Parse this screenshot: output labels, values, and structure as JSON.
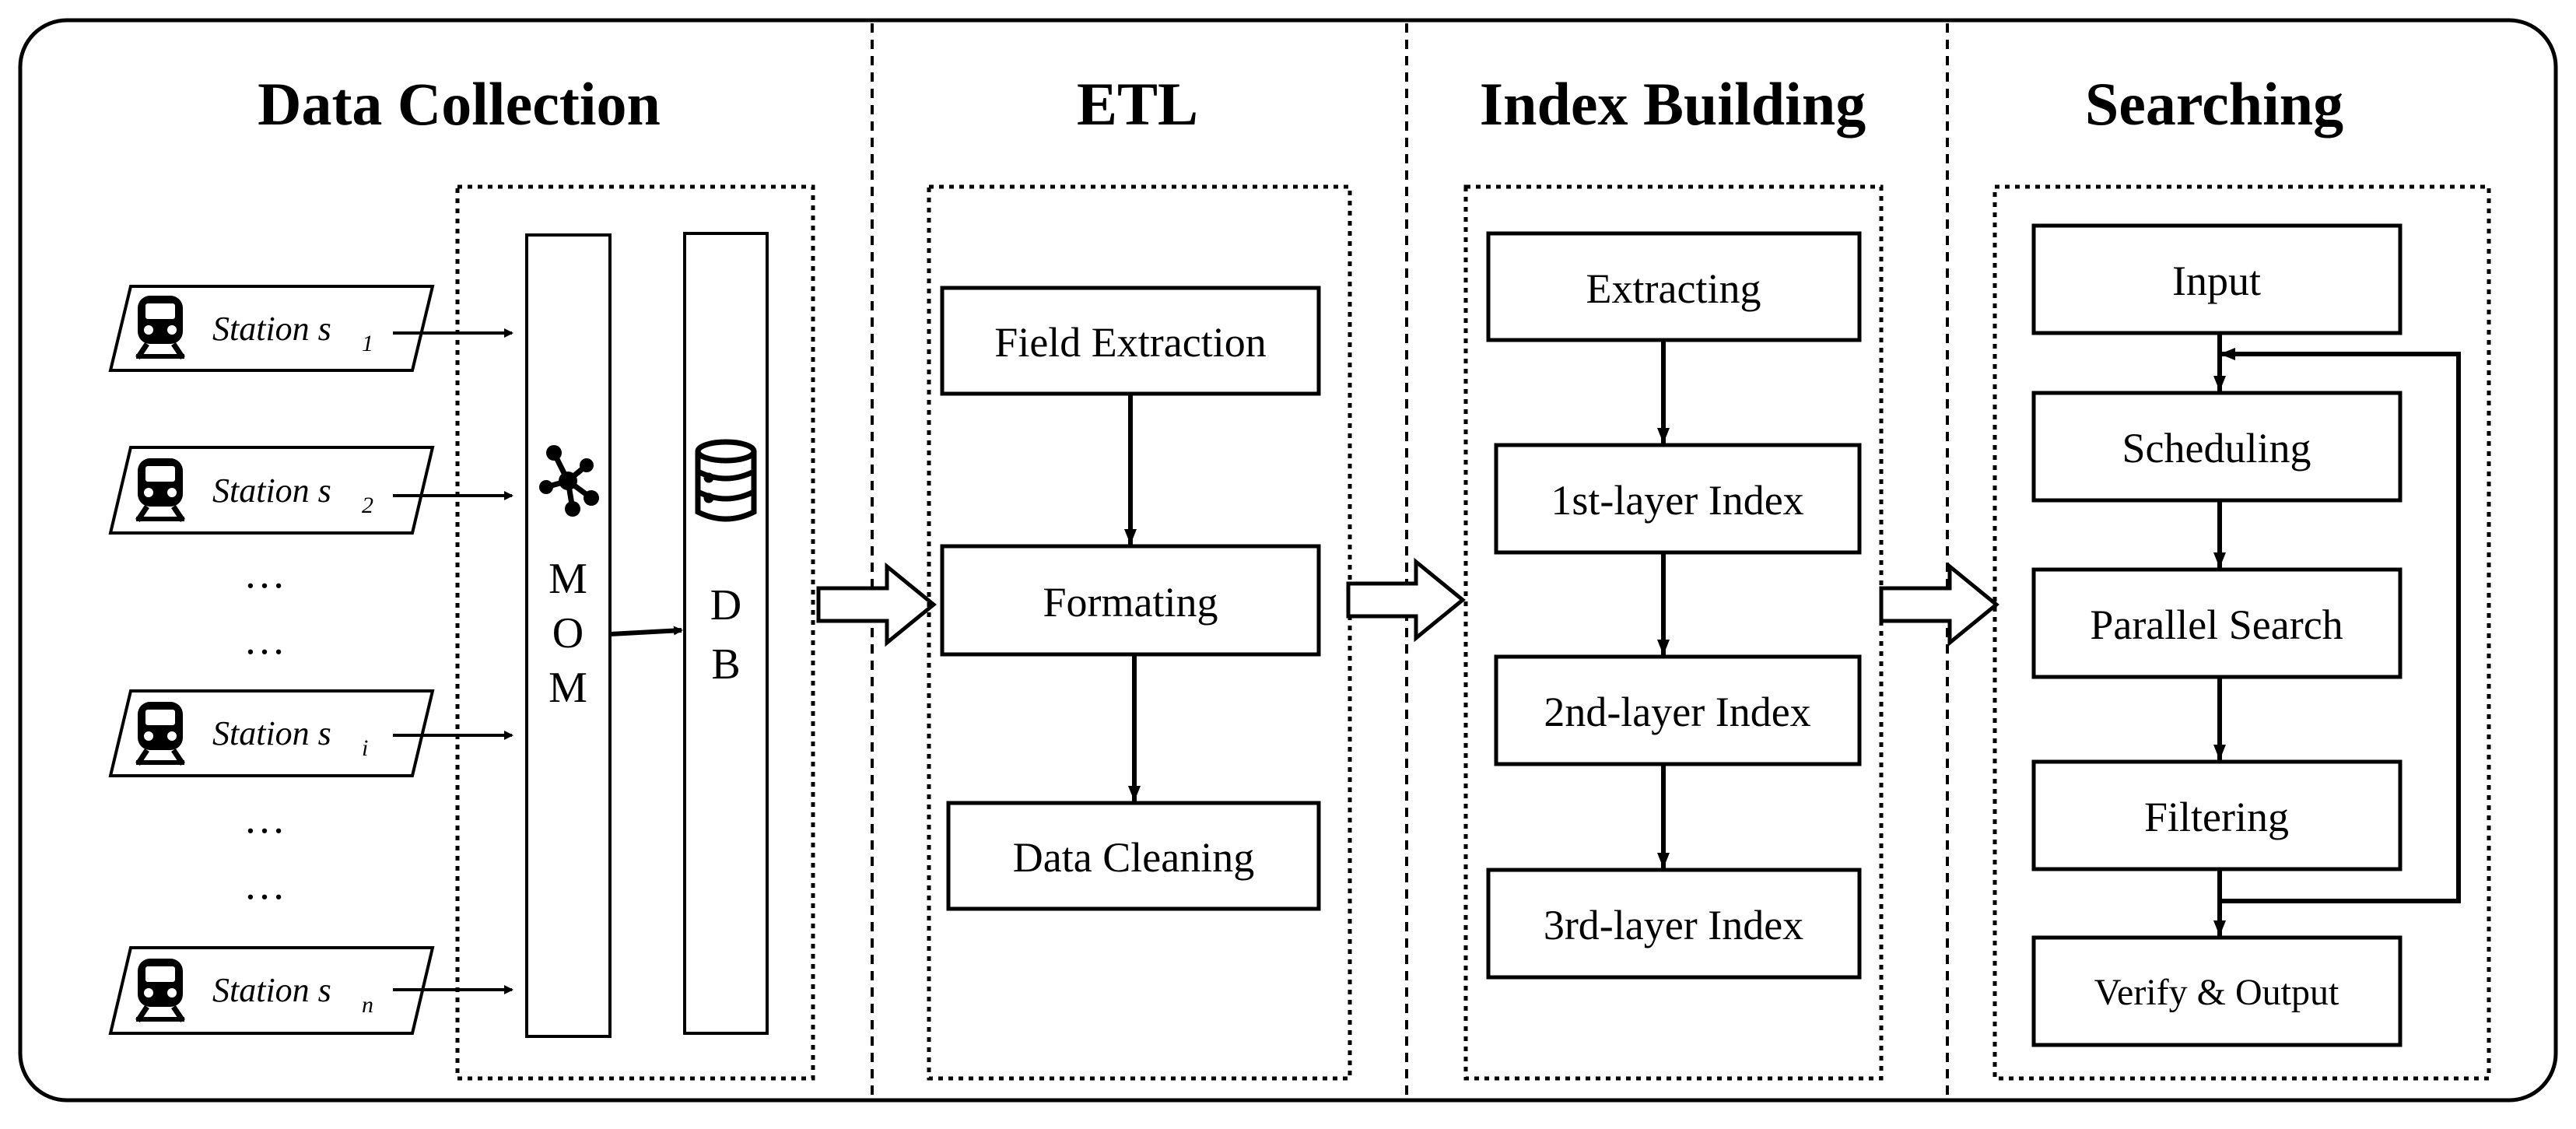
{
  "sections": {
    "data_collection": "Data Collection",
    "etl": "ETL",
    "index_building": "Index Building",
    "searching": "Searching"
  },
  "stations": [
    {
      "label": "Station s",
      "sub": "1"
    },
    {
      "label": "Station s",
      "sub": "2"
    },
    {
      "label": "Station s",
      "sub": "i"
    },
    {
      "label": "Station s",
      "sub": "n"
    }
  ],
  "ellipsis": "…",
  "mom": {
    "letters": [
      "M",
      "O",
      "M"
    ],
    "icon": "network-hub-icon"
  },
  "db": {
    "letters": [
      "D",
      "B"
    ],
    "icon": "database-icon"
  },
  "station_icon": "train-icon",
  "etl_steps": [
    "Field Extraction",
    "Formating",
    "Data Cleaning"
  ],
  "index_steps": [
    "Extracting",
    "1st-layer Index",
    "2nd-layer Index",
    "3rd-layer Index"
  ],
  "search_steps": [
    "Input",
    "Scheduling",
    "Parallel Search",
    "Filtering",
    "Verify & Output"
  ]
}
